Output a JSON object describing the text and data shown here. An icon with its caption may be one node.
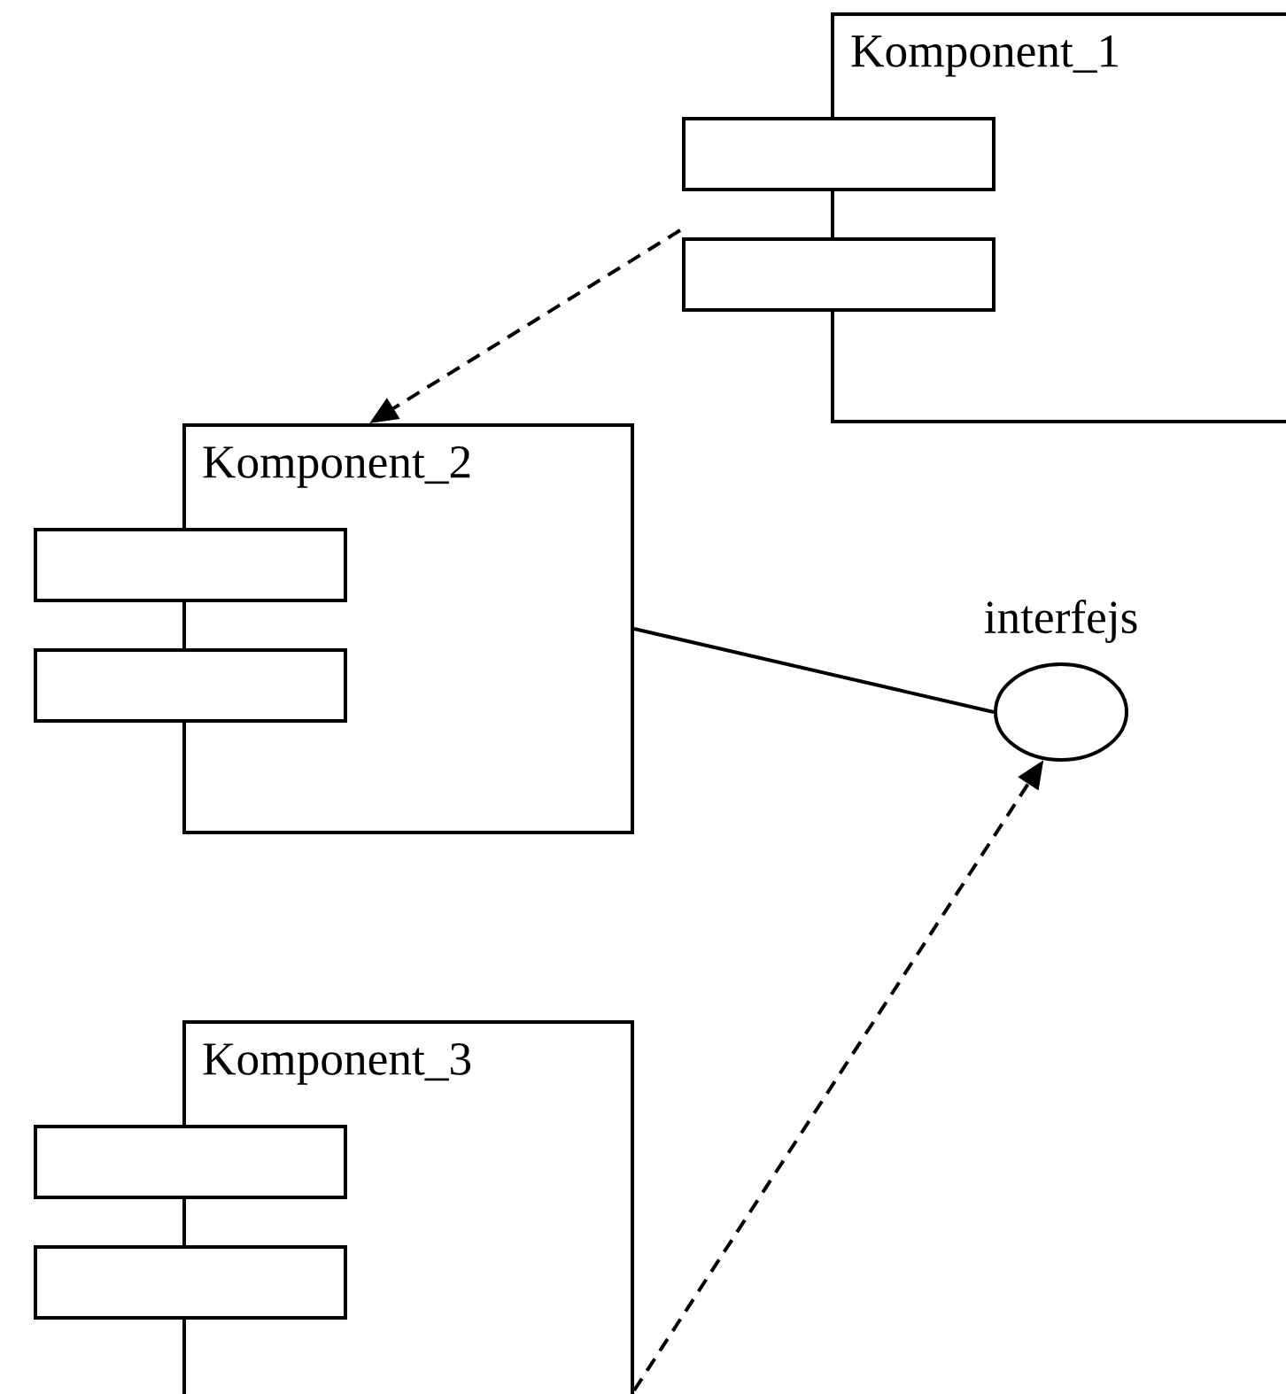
{
  "diagram": {
    "nodes": [
      {
        "text": [
          "Komponent_1"
        ]
      },
      {
        "text": [
          "Komponent_2"
        ]
      },
      {
        "text": [
          "interfejs"
        ]
      },
      {
        "text": [
          "Komponent_3"
        ]
      }
    ],
    "edges": [
      {
        "from": 0,
        "to": 1,
        "arrow": "to",
        "style": "dashed"
      },
      {
        "from": 1,
        "to": 2,
        "arrow": "none"
      },
      {
        "from": 3,
        "to": 2,
        "arrow": "to",
        "style": "dashed"
      }
    ]
  }
}
